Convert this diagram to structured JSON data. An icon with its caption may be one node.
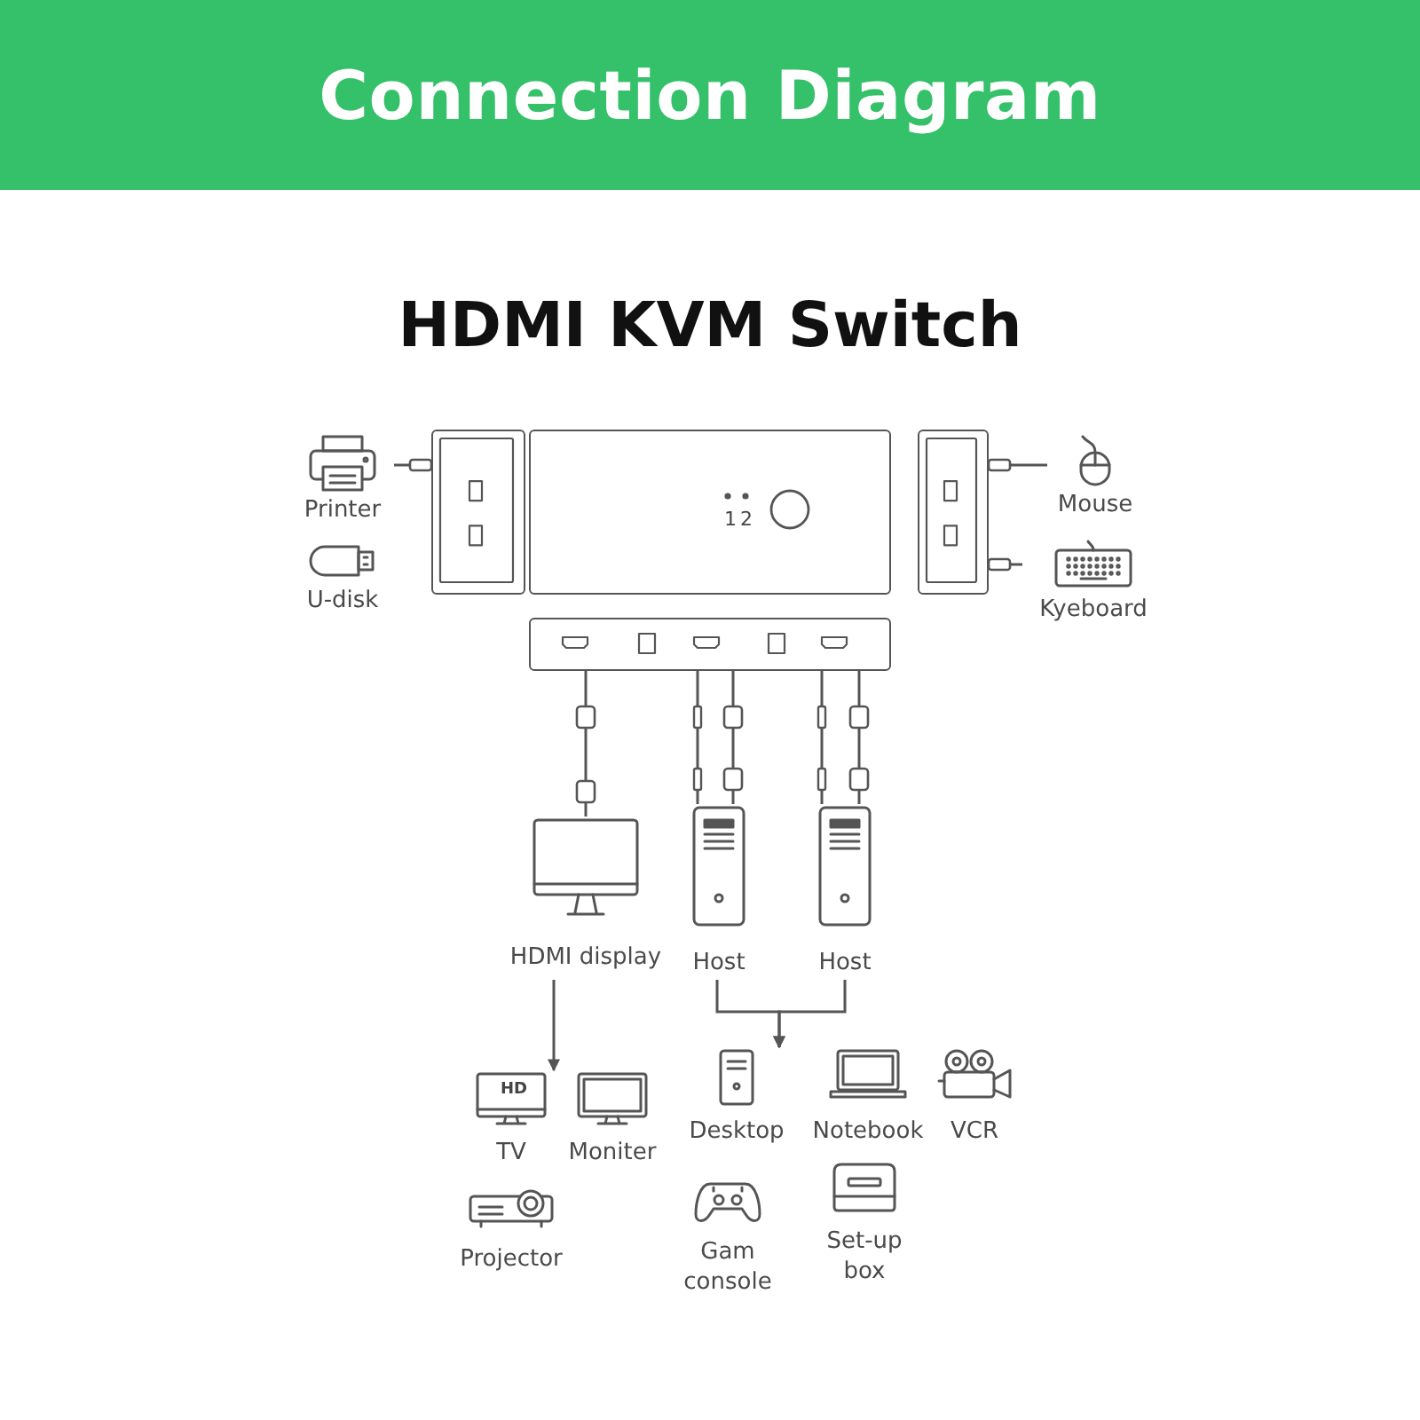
{
  "diagram": {
    "title": "Connection Diagram",
    "nodes": [
      {
        "text": [
          "Printer"
        ]
      },
      {
        "text": [
          "U-disk"
        ]
      },
      {
        "text": [],
        "shape": "box"
      },
      {
        "text": [],
        "shape": "box"
      },
      {
        "text": [],
        "shape": "box"
      },
      {
        "text": [
          "Mouse"
        ]
      },
      {
        "text": [
          "Kyeboard"
        ]
      },
      {
        "text": [],
        "shape": "box"
      },
      {
        "text": [
          "HDMI display"
        ]
      },
      {
        "text": [
          "Host"
        ]
      },
      {
        "text": [
          "Host"
        ]
      },
      {
        "text": [
          "TV"
        ]
      },
      {
        "text": [
          "Moniter"
        ]
      },
      {
        "text": [
          "Desktop"
        ]
      },
      {
        "text": [
          "Notebook"
        ]
      },
      {
        "text": [
          "VCR"
        ]
      },
      {
        "text": [
          "Projector"
        ]
      },
      {
        "text": [
          "Gam console"
        ]
      },
      {
        "text": [
          "Set-up box"
        ]
      }
    ],
    "edges": [
      {
        "from": 0,
        "to": 2,
        "arrow": "other"
      },
      {
        "from": 5,
        "to": 4,
        "arrow": "other"
      },
      {
        "from": 6,
        "to": 4,
        "arrow": "other"
      },
      {
        "from": 7,
        "to": 8,
        "arrow": "none"
      },
      {
        "from": 7,
        "to": 9,
        "arrow": "none"
      },
      {
        "from": 7,
        "to": 9,
        "arrow": "none"
      },
      {
        "from": 7,
        "to": 10,
        "arrow": "none"
      },
      {
        "from": 7,
        "to": 10,
        "arrow": "none"
      },
      {
        "from": 8,
        "to": 11,
        "arrow": "to"
      },
      {
        "from": 9,
        "to": 13,
        "arrow": "to"
      },
      {
        "from": 10,
        "to": 13,
        "arrow": "to"
      }
    ],
    "labels": [
      "HDMI KVM Switch",
      "1",
      "2",
      "HD"
    ]
  }
}
